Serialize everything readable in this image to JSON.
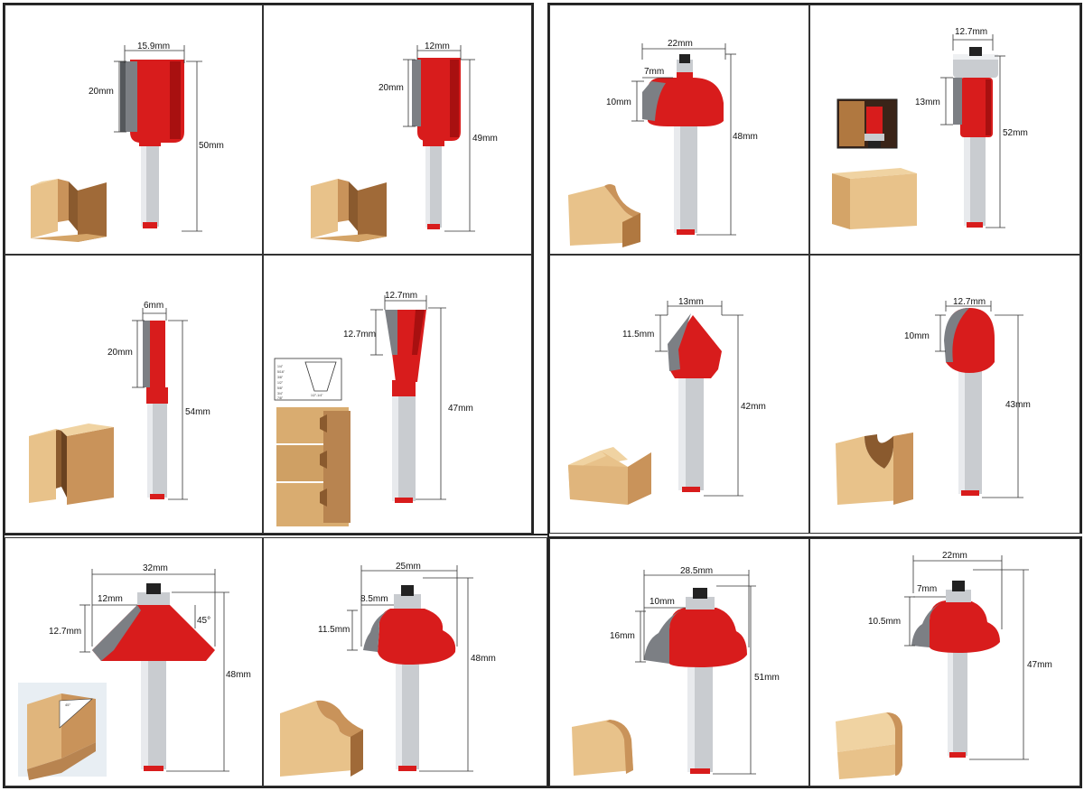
{
  "colors": {
    "bit_red": "#d81c1c",
    "bit_dark_red": "#8e0d0d",
    "shank": "#c9ccd0",
    "carbide": "#7c7f84",
    "wood_light": "#e8c28a",
    "wood_mid": "#c9935a",
    "wood_dark": "#8a5a2e"
  },
  "panels": [
    {
      "name": "straight-bit-15-9",
      "labels": {
        "width": "15.9mm",
        "cut": "20mm",
        "total": "50mm"
      }
    },
    {
      "name": "straight-bit-12",
      "labels": {
        "width": "12mm",
        "cut": "20mm",
        "total": "49mm"
      }
    },
    {
      "name": "roundover-bit-22",
      "labels": {
        "width": "22mm",
        "radius": "7mm",
        "cut": "10mm",
        "total": "48mm"
      }
    },
    {
      "name": "flush-trim-bit-12-7",
      "labels": {
        "width": "12.7mm",
        "cut": "13mm",
        "total": "52mm"
      }
    },
    {
      "name": "straight-bit-6",
      "labels": {
        "width": "6mm",
        "cut": "20mm",
        "total": "54mm"
      }
    },
    {
      "name": "dovetail-bit-12-7",
      "labels": {
        "width": "12.7mm",
        "cut": "12.7mm",
        "total": "47mm"
      },
      "chart_labels": [
        "1/4\"",
        "5/16\"",
        "3/8\"",
        "1/2\"",
        "5/8\"",
        "3/4\"",
        "7/8\"",
        "1/2\"-1/4\""
      ]
    },
    {
      "name": "v-groove-bit-13",
      "labels": {
        "width": "13mm",
        "cut": "11.5mm",
        "total": "42mm"
      }
    },
    {
      "name": "core-box-bit-12-7",
      "labels": {
        "width": "12.7mm",
        "cut": "10mm",
        "total": "43mm"
      }
    },
    {
      "name": "chamfer-bit-32",
      "labels": {
        "width": "32mm",
        "inner": "12mm",
        "cut": "12.7mm",
        "angle": "45°",
        "total": "48mm"
      },
      "inset_label": "45°"
    },
    {
      "name": "ogee-bit-25",
      "labels": {
        "width": "25mm",
        "inner": "8.5mm",
        "cut": "11.5mm",
        "total": "48mm"
      }
    },
    {
      "name": "roundover-bit-28-5",
      "labels": {
        "width": "28.5mm",
        "inner": "10mm",
        "cut": "16mm",
        "total": "51mm"
      }
    },
    {
      "name": "roundover-bit-22-b",
      "labels": {
        "width": "22mm",
        "inner": "7mm",
        "cut": "10.5mm",
        "total": "47mm"
      }
    }
  ]
}
